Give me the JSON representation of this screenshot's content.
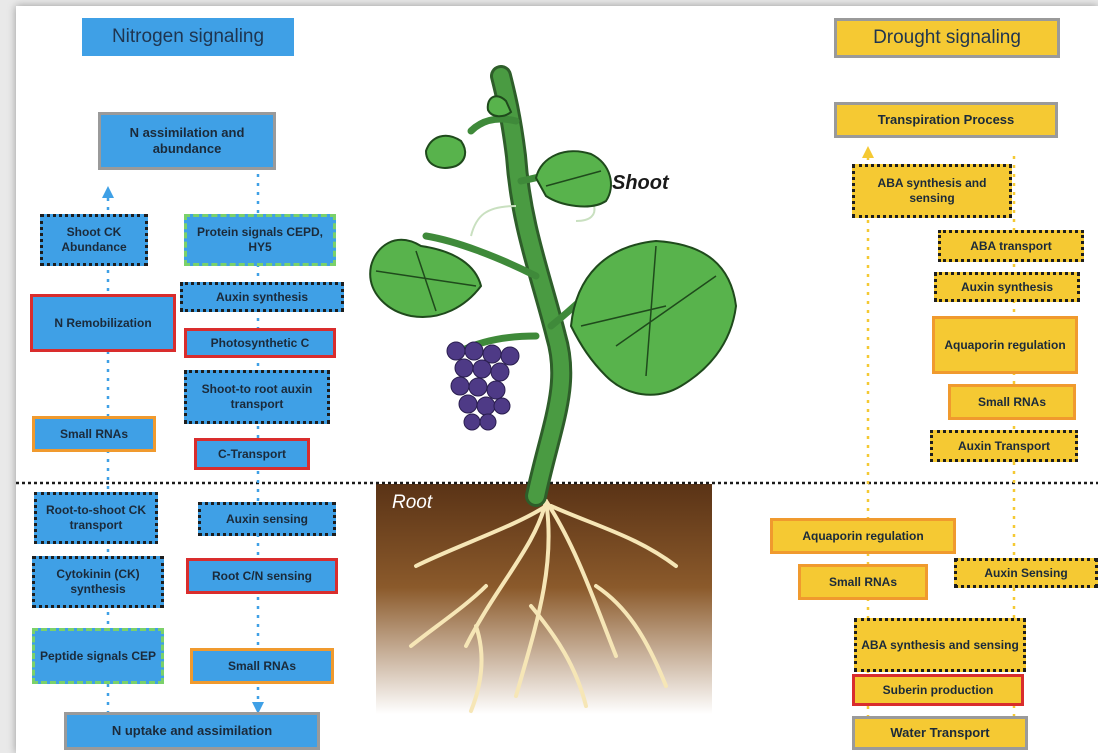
{
  "titles": {
    "nitrogen": "Nitrogen signaling",
    "drought": "Drought signaling"
  },
  "plant_labels": {
    "shoot": "Shoot",
    "root": "Root"
  },
  "nitrogen": {
    "n_assimilation": "N assimilation and abundance",
    "shoot_ck": "Shoot CK Abundance",
    "protein_signals": "Protein signals CEPD, HY5",
    "auxin_synthesis": "Auxin synthesis",
    "n_remobilization": "N Remobilization",
    "photosynthetic_c": "Photosynthetic C",
    "shoot_to_root": "Shoot-to root auxin transport",
    "small_rnas_left": "Small RNAs",
    "c_transport": "C-Transport",
    "root_to_shoot": "Root-to-shoot CK transport",
    "auxin_sensing": "Auxin sensing",
    "ck_synthesis": "Cytokinin (CK) synthesis",
    "root_cn": "Root C/N sensing",
    "peptide": "Peptide signals CEP",
    "small_rnas_root": "Small RNAs",
    "n_uptake": "N uptake and assimilation"
  },
  "drought": {
    "transpiration": "Transpiration Process",
    "aba_synth_shoot": "ABA synthesis and sensing",
    "aba_transport": "ABA transport",
    "auxin_synthesis": "Auxin synthesis",
    "aquaporin_shoot": "Aquaporin regulation",
    "small_rnas_shoot": "Small RNAs",
    "auxin_transport": "Auxin Transport",
    "aquaporin_root": "Aquaporin regulation",
    "small_rnas_root": "Small RNAs",
    "auxin_sensing": "Auxin Sensing",
    "aba_synth_root": "ABA synthesis and sensing",
    "suberin": "Suberin production",
    "water_transport": "Water Transport"
  },
  "colors": {
    "blue_box": "#3fa0e6",
    "yellow_box": "#f5c933",
    "red_border": "#d92d2d",
    "orange_border": "#f09a2e",
    "gray_border": "#9a9a9a",
    "green_border": "#7bd16a",
    "soil": "#6b3f1d",
    "plant_green": "#3f8a3a",
    "grape": "#5a3f8c"
  }
}
